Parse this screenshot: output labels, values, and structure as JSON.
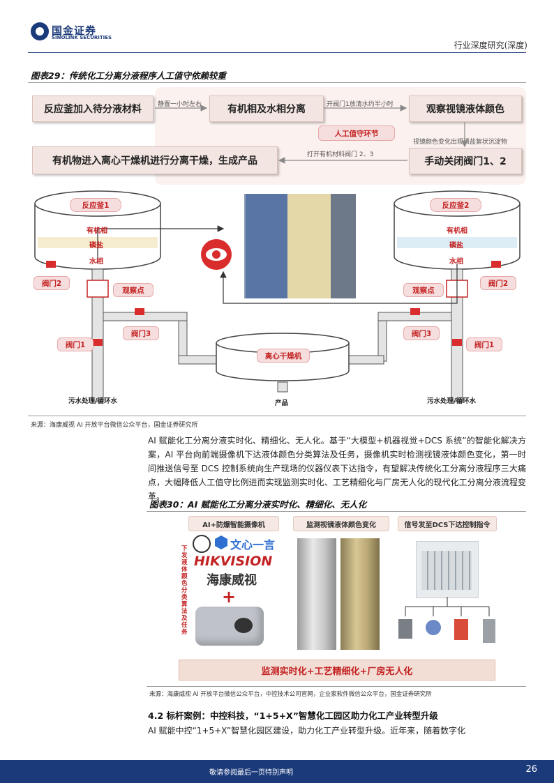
{
  "header": {
    "logo_cn": "国金证券",
    "logo_en": "SINOLINK SECURITIES",
    "report_type": "行业深度研究(深度)"
  },
  "figure29": {
    "title": "图表29：传统化工分离分液程序人工值守依赖较重",
    "steps": {
      "s1": "反应釜加入待分液材料",
      "s2": "有机相及水相分离",
      "s3": "观察视镜液体颜色",
      "s4": "手动关闭阀门1、2",
      "s5": "有机物进入离心干燥机进行分离干燥，生成产品"
    },
    "arrows": {
      "a1": "静置一小时左右",
      "a2": "开阀门1放清水约半小时",
      "a3": "视镜颜色变化出现磷盐絮状沉淀物",
      "a4": "打开有机材料阀门 2、3"
    },
    "human_tag": "人工值守环节",
    "diagram": {
      "reactor1": "反应釜1",
      "reactor2": "反应釜2",
      "organic": "有机相",
      "phosphate": "磷盐",
      "water": "水相",
      "valve1": "阀门1",
      "valve2": "阀门2",
      "valve3": "阀门3",
      "observe": "观察点",
      "centrifuge": "离心干燥机",
      "product": "产品",
      "waste": "污水处理/循环水"
    },
    "source": "来源：海康威视 AI 开放平台微信公众平台，国金证券研究所"
  },
  "paragraph1": "AI 赋能化工分离分液实时化、精细化、无人化。基于“大模型+机器视觉+DCS 系统”的智能化解决方案，AI 平台向前端摄像机下达液体颜色分类算法及任务，摄像机实时检测视镜液体颜色变化，第一时间推送信号至 DCS 控制系统向生产现场的仪器仪表下达指令，有望解决传统化工分离分液程序三大痛点，大幅降低人工值守比例进而实现监测实时化、工艺精细化与厂房无人化的现代化工分离分液流程变革。",
  "figure30": {
    "title": "图表30：AI 赋能化工分离分液实时化、精细化、无人化",
    "panel1": "AI+防爆智能摄像机",
    "panel2": "监测视镜液体颜色变化",
    "panel3": "信号发至DCS下达控制指令",
    "wenxin": "文心一言",
    "hik_en": "HIKVISION",
    "hik_cn": "海康威视",
    "vertical": "下发液体颜色分类算法及任务",
    "bottom": "监测实时化+工艺精细化+厂房无人化",
    "source": "来源：海康威视 AI 开放平台微信公众平台，中控技术公司官网，企业家软件微信公众平台，国金证券研究所"
  },
  "section": {
    "heading": "4.2 标杆案例：中控科技，“1+5+X”智慧化工园区助力化工产业转型升级",
    "text": "AI 赋能中控“1+5+X”智慧化园区建设，助力化工产业转型升级。近年来，随着数字化"
  },
  "footer": {
    "note": "敬请参阅最后一页特别声明",
    "page": "26"
  },
  "colors": {
    "brand": "#1b3a7a",
    "accent_red": "#c32222",
    "flow_bg": "#f3e6e2"
  }
}
